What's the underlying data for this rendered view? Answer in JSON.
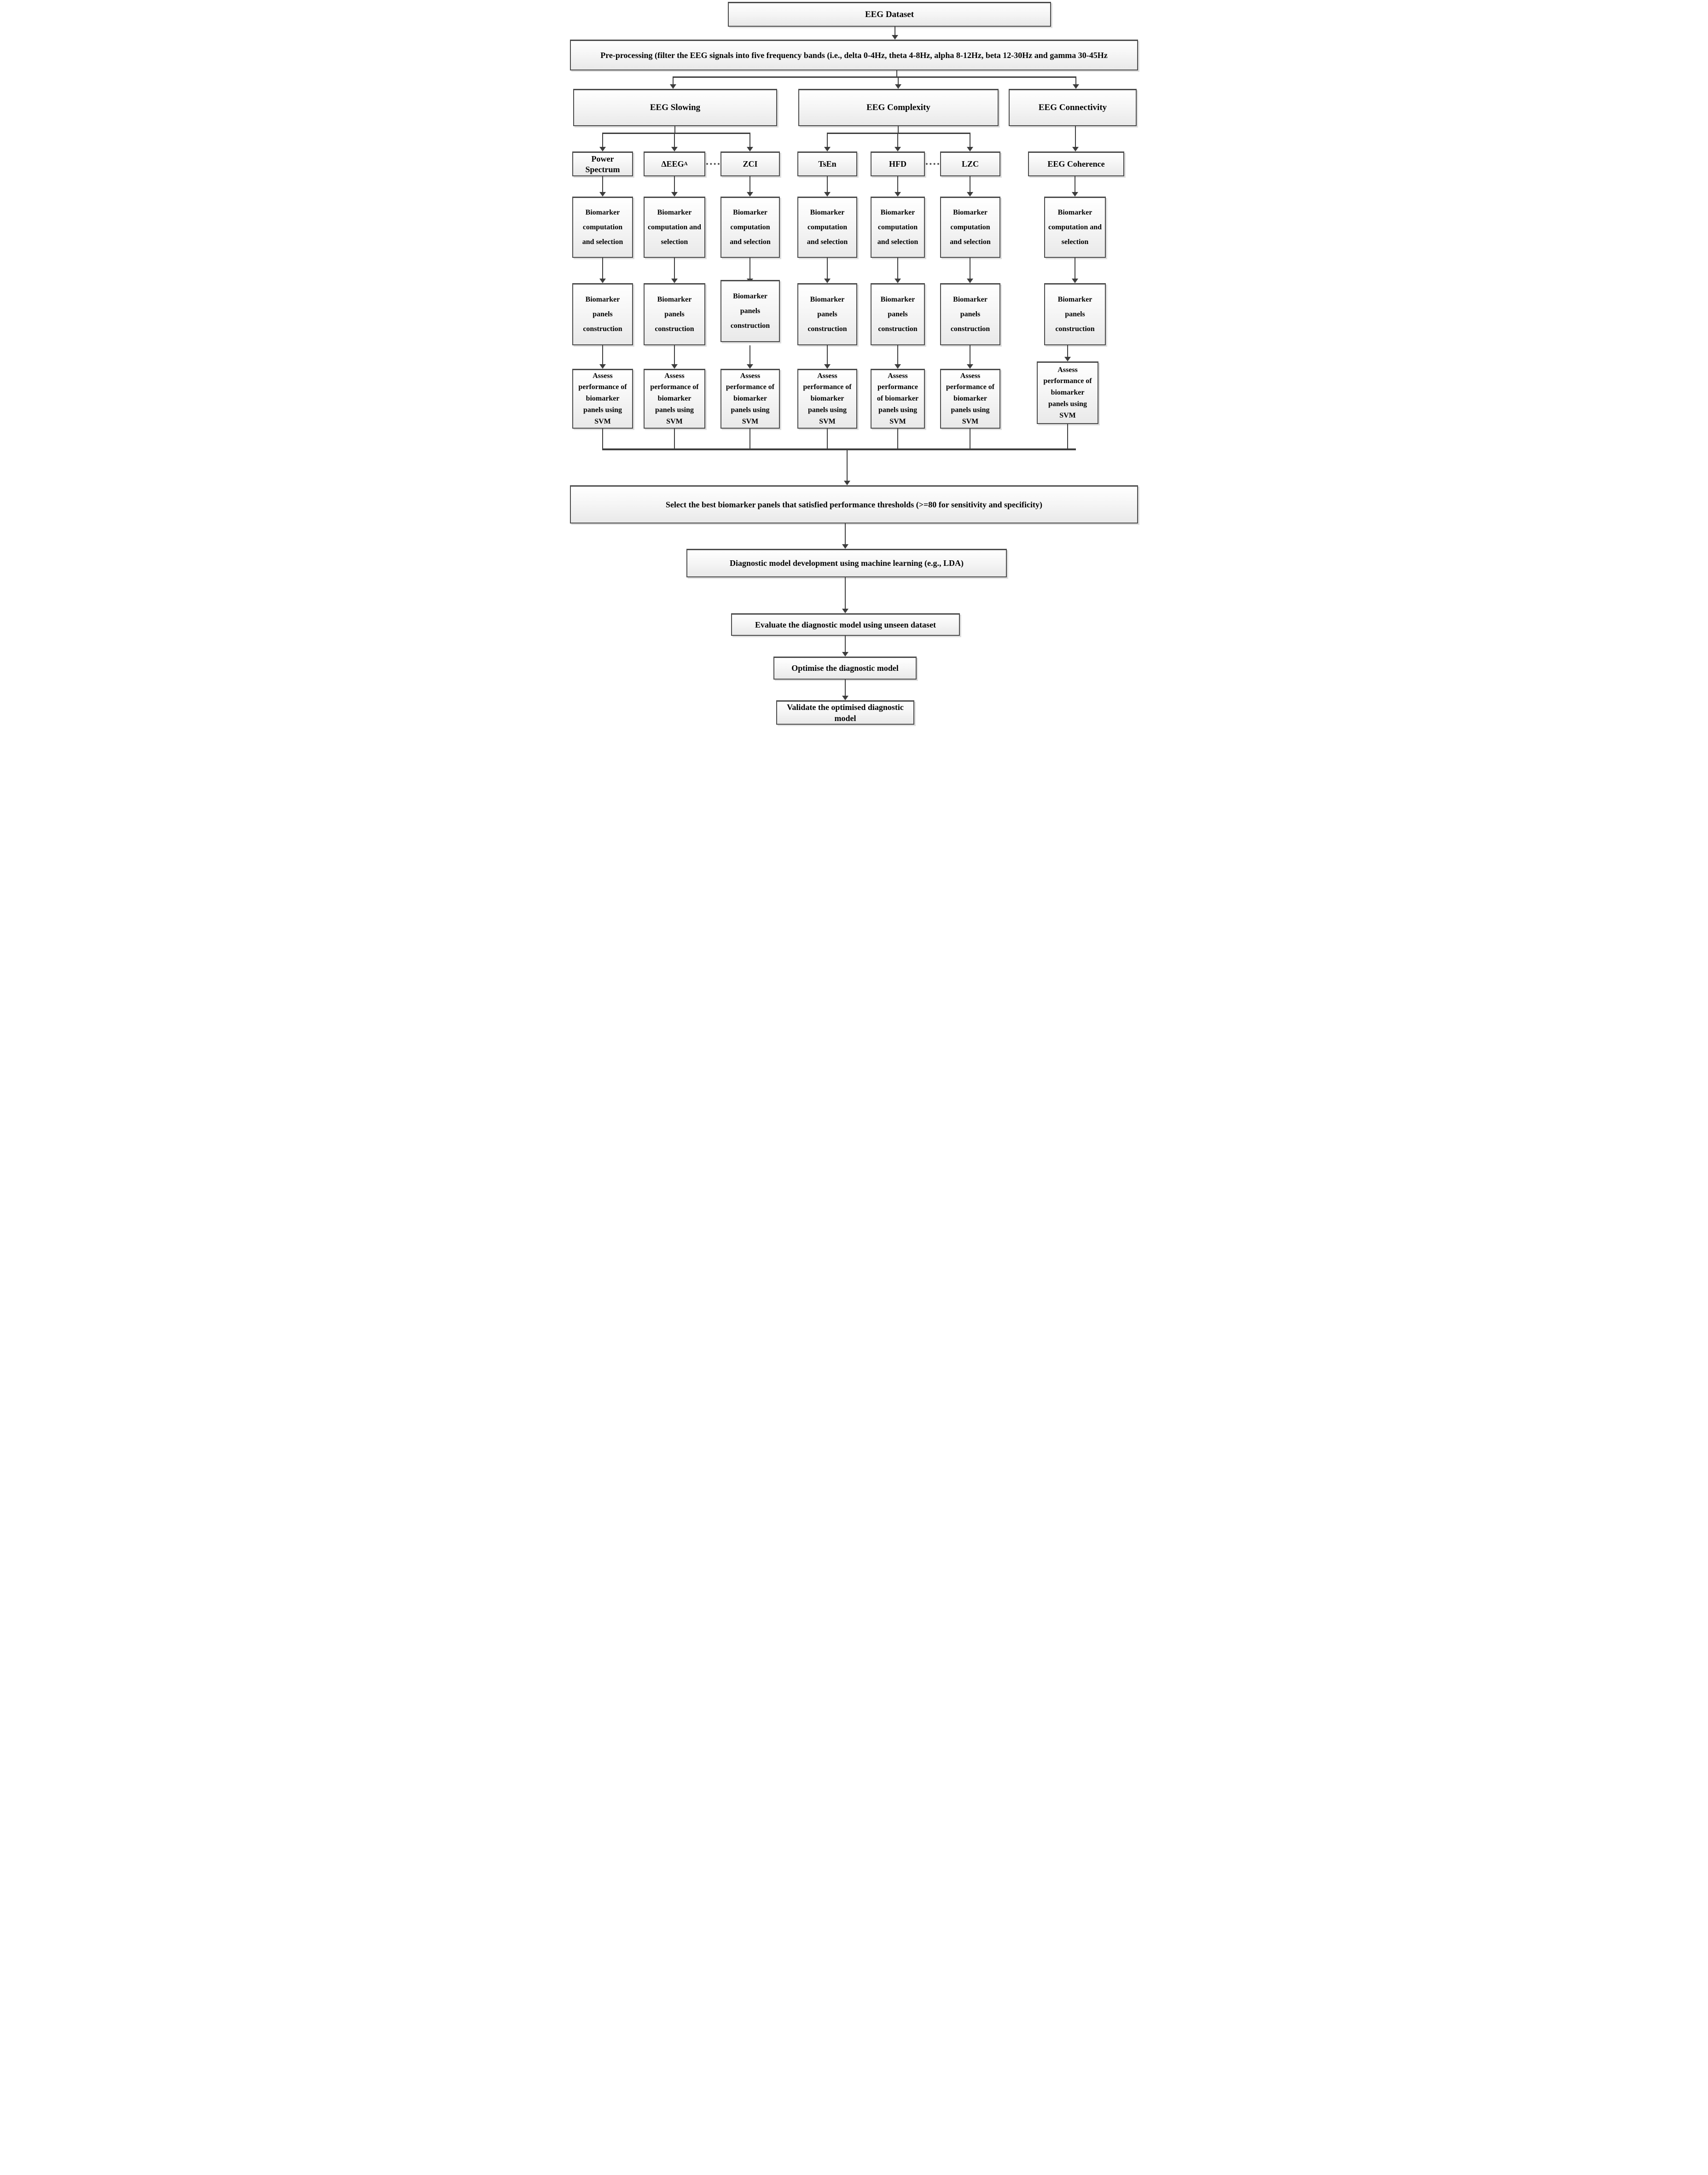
{
  "colors": {
    "box_border": "#4b4b4b",
    "connector": "#3d3d3d",
    "box_fill_top": "#ffffff",
    "box_fill_bottom": "#e9e9e9",
    "text": "#000000"
  },
  "flowchart": {
    "dataset": {
      "label": "EEG Dataset"
    },
    "preprocessing": {
      "label": "Pre-processing (filter the EEG signals into five frequency bands (i.e., delta 0-4Hz, theta 4-8Hz, alpha 8-12Hz, beta 12-30Hz and gamma 30-45Hz"
    },
    "branches": [
      {
        "label": "EEG Slowing"
      },
      {
        "label": "EEG Complexity"
      },
      {
        "label": "EEG Connectivity"
      }
    ],
    "methods": [
      {
        "label": "Power Spectrum"
      },
      {
        "label": "ΔEEG",
        "subscript": "A"
      },
      {
        "label": "ZCI"
      },
      {
        "label": "TsEn"
      },
      {
        "label": "HFD"
      },
      {
        "label": "LZC"
      },
      {
        "label": "EEG Coherence"
      }
    ],
    "steps": {
      "computation": "Biomarker computation and selection",
      "panels": "Biomarker panels construction",
      "assess": "Assess performance of biomarker panels using SVM"
    },
    "select": {
      "label": "Select the best biomarker panels that satisfied performance thresholds (>=80 for sensitivity and specificity)"
    },
    "diagnostic": {
      "label": "Diagnostic model development using machine learning (e.g., LDA)"
    },
    "evaluate": {
      "label": "Evaluate the diagnostic model using unseen dataset"
    },
    "optimise": {
      "label": "Optimise the diagnostic model"
    },
    "validate": {
      "label": "Validate the optimised diagnostic model"
    }
  }
}
